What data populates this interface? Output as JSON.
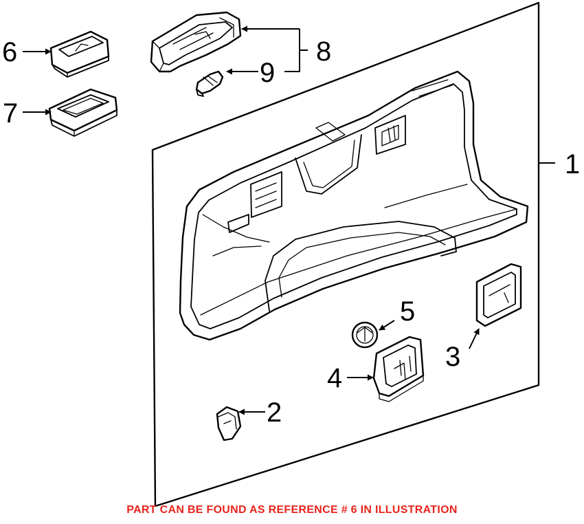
{
  "callouts": [
    "1",
    "2",
    "3",
    "4",
    "5",
    "6",
    "7",
    "8",
    "9"
  ],
  "footer_note": "PART CAN BE FOUND AS REFERENCE # 6 IN ILLUSTRATION",
  "colors": {
    "line": "#000000",
    "background": "#ffffff",
    "note": "#e8231c"
  }
}
